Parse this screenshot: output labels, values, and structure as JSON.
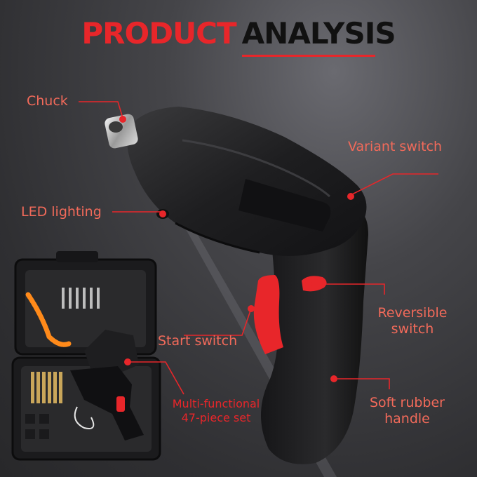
{
  "title": {
    "part1": "PRODUCT",
    "part2": "ANALYSIS"
  },
  "colors": {
    "accent": "#e8262a",
    "label": "#f26a5a",
    "body": "#1c1c1e"
  },
  "labels": {
    "chuck": "Chuck",
    "variant_switch": "Variant switch",
    "led_lighting": "LED lighting",
    "reversible_1": "Reversible",
    "reversible_2": "switch",
    "start_switch": "Start switch",
    "soft_1": "Soft rubber",
    "soft_2": "handle",
    "multi_1": "Multi-functional",
    "multi_2": "47-piece set"
  }
}
